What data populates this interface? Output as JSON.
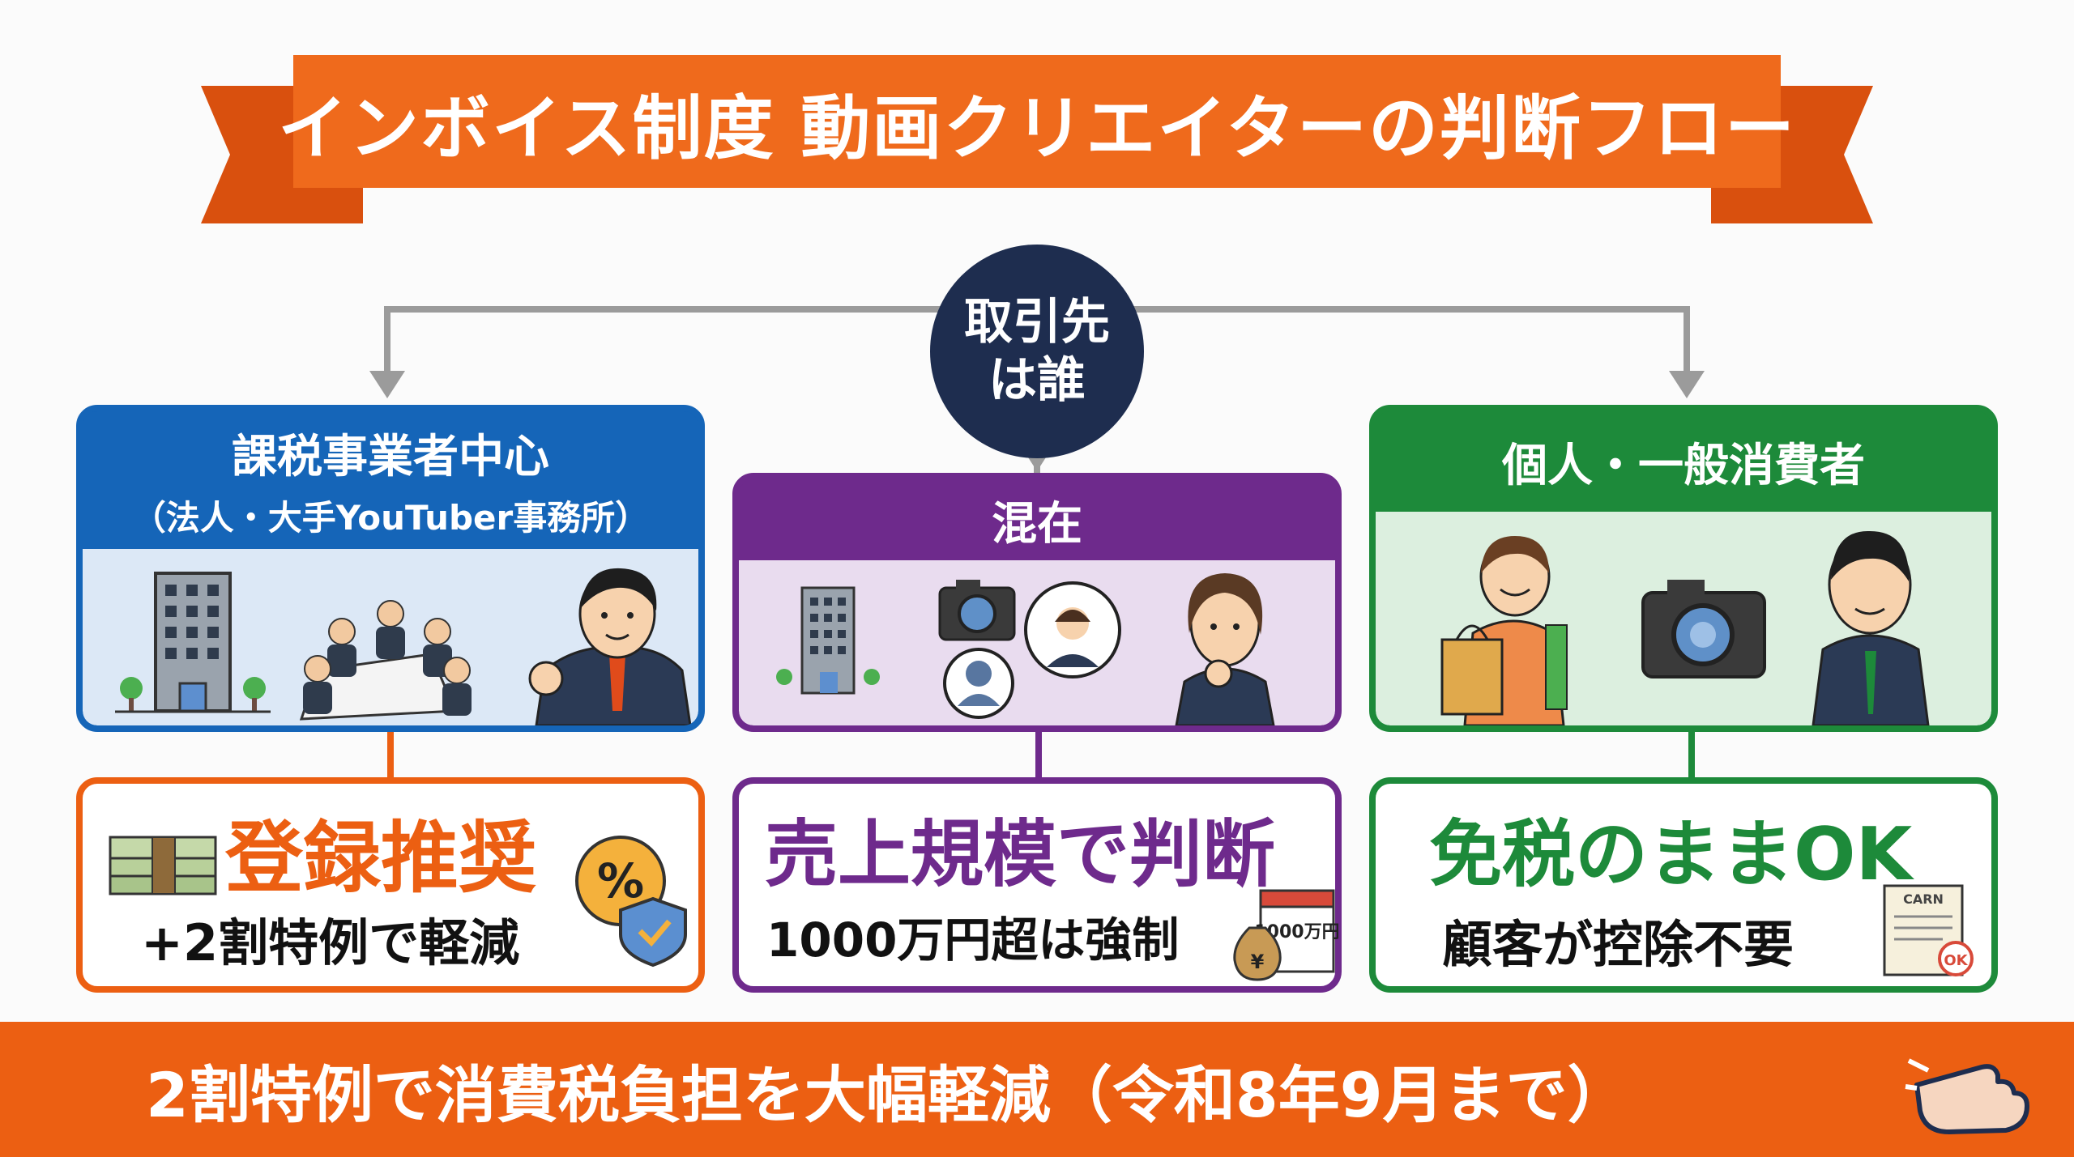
{
  "title": "インボイス制度 動画クリエイターの判断フロー",
  "root": {
    "line1": "取引先",
    "line2": "は誰"
  },
  "categories": [
    {
      "title": "課税事業者中心",
      "subtitle": "（法人・大手YouTuber事務所）"
    },
    {
      "title": "混在"
    },
    {
      "title": "個人・一般消費者"
    }
  ],
  "results": [
    {
      "main": "登録推奨",
      "sub": "+2割特例で軽減"
    },
    {
      "main": "売上規模で判断",
      "sub": "1000万円超は強制",
      "calendar_text": "1000万円"
    },
    {
      "main": "免税のままOK",
      "sub": "顧客が控除不要",
      "receipt_header": "CARN",
      "receipt_stamp": "OK"
    }
  ],
  "footer": {
    "text": "2割特例で消費税負担を大幅軽減（令和8年9月まで）"
  },
  "colors": {
    "ribbon": "#ef6a1c",
    "root": "#1e2d4f",
    "blue": "#1565b8",
    "purple": "#6e2a8c",
    "green": "#1d8a3a",
    "orange": "#ec5f12",
    "connector": "#9b9b9b"
  },
  "icons": [
    "office-building-icon",
    "meeting-table-icon",
    "businessman-icon",
    "camera-icon",
    "person-circle-icon",
    "thinking-woman-icon",
    "shopper-icon",
    "money-stack-icon",
    "percent-shield-icon",
    "money-bag-calendar-icon",
    "receipt-ok-icon",
    "pointing-hand-icon"
  ]
}
